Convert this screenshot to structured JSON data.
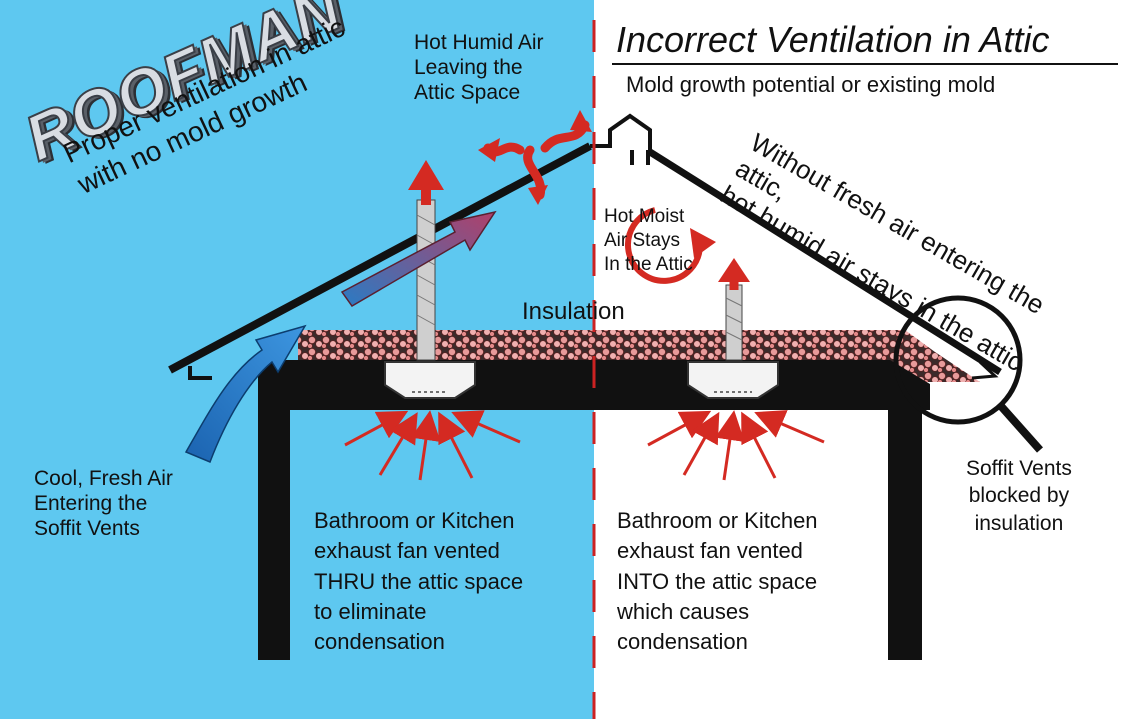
{
  "brand": {
    "logo_text": "ROOFMAN"
  },
  "colors": {
    "left_bg": "#5ec8f0",
    "right_bg": "#ffffff",
    "arrow_red": "#d42a22",
    "arrow_blue": "#1f6fb8",
    "structure": "#111111",
    "divider": "#cc2222"
  },
  "left_panel": {
    "headline": "Proper ventilation in attic\nwith no mold growth",
    "hot_humid_air": "Hot Humid Air\nLeaving the\nAttic Space",
    "cool_fresh_air": "Cool, Fresh Air\nEntering the\nSoffit Vents",
    "fan_note": "Bathroom or Kitchen\nexhaust fan vented\nTHRU the attic space\nto eliminate\ncondensation"
  },
  "right_panel": {
    "title": "Incorrect Ventilation in Attic",
    "subtitle": "Mold growth potential or existing mold",
    "headline": "Without fresh air entering the attic,\nhot humid air stays in the attic",
    "hot_moist_air": "Hot Moist\nAir Stays\nIn the Attic",
    "fan_note": "Bathroom or Kitchen\nexhaust fan vented\nINTO the attic space\nwhich causes\ncondensation",
    "soffit_note": "Soffit Vents\nblocked by\ninsulation"
  },
  "center": {
    "insulation_label": "Insulation"
  }
}
